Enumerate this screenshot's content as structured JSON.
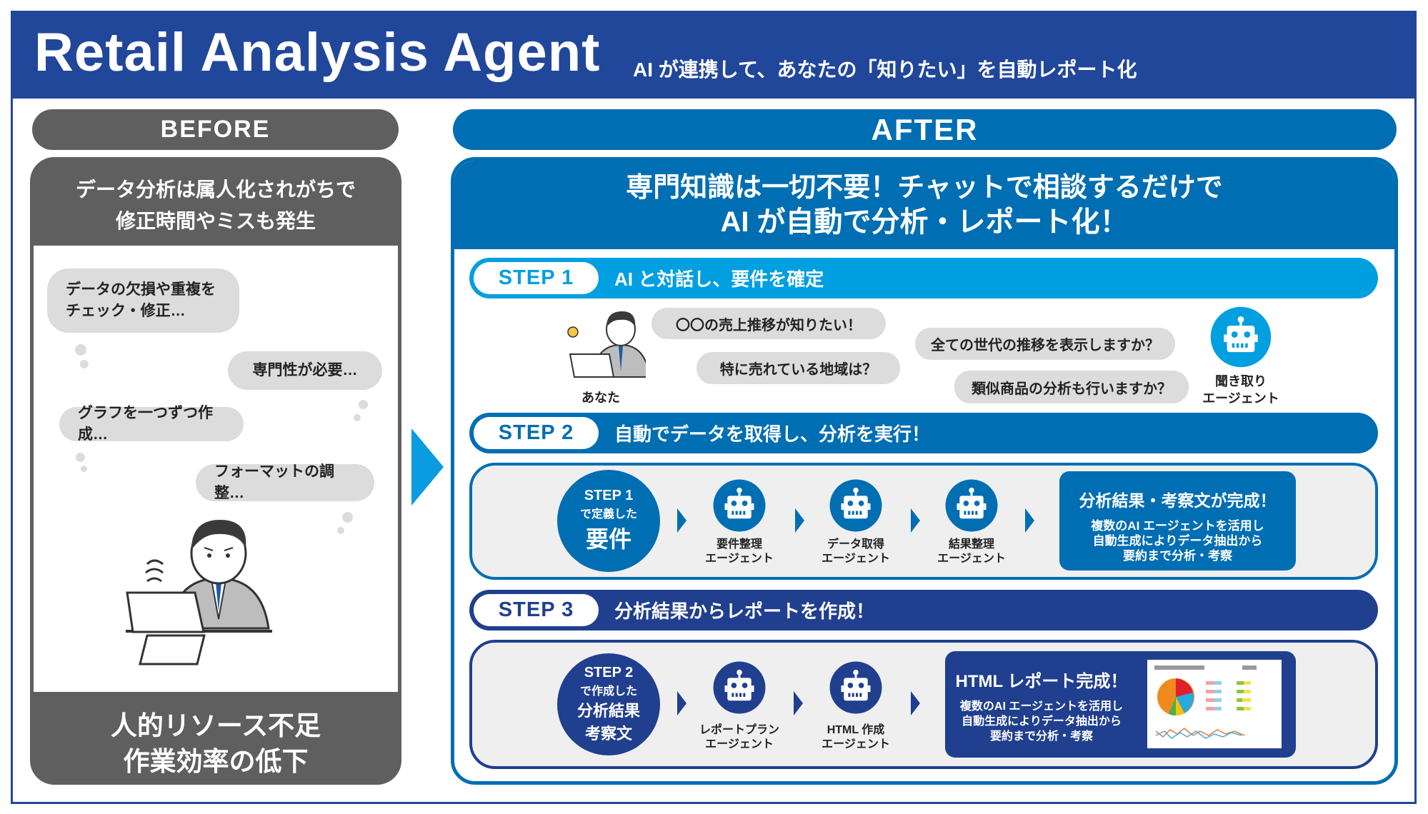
{
  "header": {
    "title": "Retail Analysis Agent",
    "subtitle": "AI が連携して、あなたの「知りたい」を自動レポート化"
  },
  "before": {
    "label": "BEFORE",
    "headline": [
      "データ分析は属人化されがちで",
      "修正時間やミスも発生"
    ],
    "bubbles": [
      [
        "データの欠損や重複を",
        "チェック・修正…"
      ],
      "専門性が必要…",
      "グラフを一つずつ作成…",
      "フォーマットの調整…"
    ],
    "footer": [
      "人的リソース不足",
      "作業効率の低下"
    ]
  },
  "after": {
    "label": "AFTER",
    "headline": [
      "専門知識は一切不要！チャットで相談するだけで",
      "AI が自動で分析・レポート化！"
    ]
  },
  "step1": {
    "tag": "STEP 1",
    "title": "AI と対話し、要件を確定",
    "user_label": "あなた",
    "user_bubbles": [
      "〇〇の売上推移が知りたい！",
      "特に売れている地域は？"
    ],
    "agent_bubbles": [
      "全ての世代の推移を表示しますか？",
      "類似商品の分析も行いますか？"
    ],
    "agent_label": [
      "聞き取り",
      "エージェント"
    ]
  },
  "step2": {
    "tag": "STEP 2",
    "title": "自動でデータを取得し、分析を実行！",
    "input": [
      "STEP 1",
      "で定義した",
      "要件"
    ],
    "agents": [
      [
        "要件整理",
        "エージェント"
      ],
      [
        "データ取得",
        "エージェント"
      ],
      [
        "結果整理",
        "エージェント"
      ]
    ],
    "result_title": "分析結果・考察文が完成！",
    "result_text": [
      "複数のAI エージェントを活用し",
      "自動生成によりデータ抽出から",
      "要約まで分析・考察"
    ]
  },
  "step3": {
    "tag": "STEP 3",
    "title": "分析結果からレポートを作成！",
    "input": [
      "STEP 2",
      "で作成した",
      "分析結果",
      "考察文"
    ],
    "agents": [
      [
        "レポートプラン",
        "エージェント"
      ],
      [
        "HTML 作成",
        "エージェント"
      ]
    ],
    "result_title": "HTML レポート完成！",
    "result_text": [
      "複数のAI エージェントを活用し",
      "自動生成によりデータ抽出から",
      "要約まで分析・考察"
    ]
  },
  "colors": {
    "navy": "#21479b",
    "blue": "#006eb3",
    "cyan": "#009fe0",
    "dark": "#203f8f",
    "gray": "#5f5f5f"
  }
}
